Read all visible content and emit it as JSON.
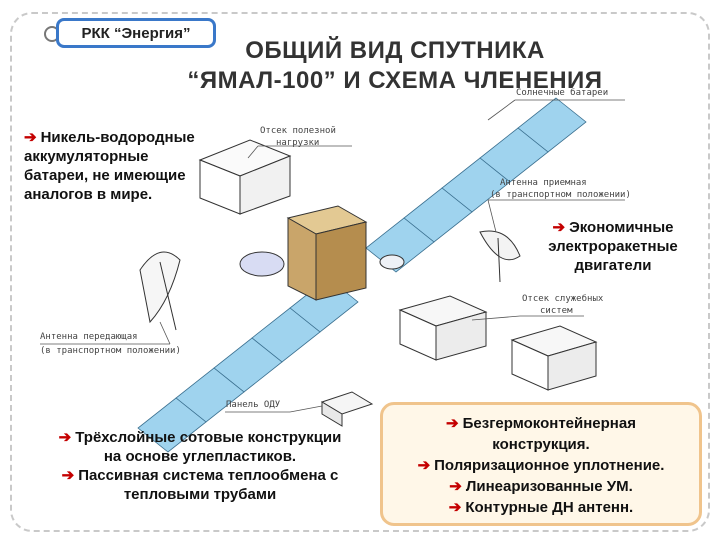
{
  "header": {
    "logo_text": "РКК “Энергия”",
    "title_line1": "ОБЩИЙ ВИД СПУТНИКА",
    "title_line2": "“ЯМАЛ-100” И СХЕМА ЧЛЕНЕНИЯ"
  },
  "arrow_glyph": "➔",
  "notes": {
    "left": "Никель-водородные аккумуляторные батареи, не имеющие аналогов в мире.",
    "right": "Экономичные электроракетные двигатели",
    "bottom_line1": "Трёхслойные сотовые конструкции",
    "bottom_line1b": "на основе углепластиков.",
    "bottom_line2": "Пассивная система теплообмена с",
    "bottom_line2b": "тепловыми трубами"
  },
  "callout": {
    "line1": "Безгермоконтейнерная",
    "line1b": "конструкция.",
    "line2": "Поляризационное уплотнение.",
    "line3": "Линеаризованные УМ.",
    "line4": "Контурные ДН антенн."
  },
  "diagram_labels": {
    "solar": "Солнечные батареи",
    "payload_line1": "Отсек полезной",
    "payload_line2": "нагрузки",
    "rx_line1": "Антенна приемная",
    "rx_line2": "(в транспортном положении)",
    "service_line1": "Отсек служебных",
    "service_line2": "систем",
    "tx_line1": "Антенна передающая",
    "tx_line2": "(в транспортном положении)",
    "panel": "Панель ОДУ"
  },
  "colors": {
    "solar_panel": "#9fd3ee",
    "arrow": "#c40000",
    "logo_border": "#3a78c9",
    "callout_border": "#f0c48c",
    "bus_body": "#c9a56a"
  }
}
